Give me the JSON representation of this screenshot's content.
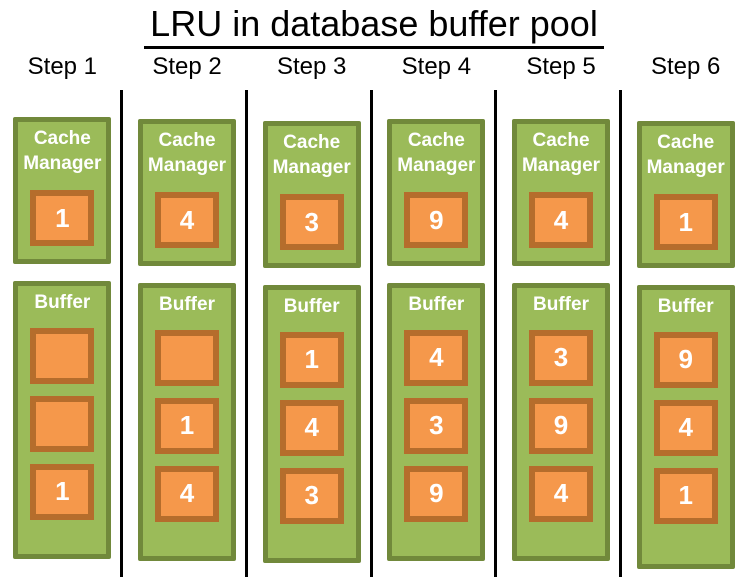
{
  "title": "LRU in database buffer pool",
  "colors": {
    "box_fill_green": "#9BBB59",
    "box_border_green": "#71893B",
    "cell_fill_orange": "#F5984B",
    "cell_border_orange": "#B56D2C",
    "label_text": "#FFFFFF",
    "divider": "#000000"
  },
  "steps": [
    {
      "label": "Step 1",
      "cache_manager_title": "Cache Manager",
      "cache_manager_value": "1",
      "buffer_title": "Buffer",
      "buffer_slots": [
        "",
        "",
        "1"
      ]
    },
    {
      "label": "Step 2",
      "cache_manager_title": "Cache Manager",
      "cache_manager_value": "4",
      "buffer_title": "Buffer",
      "buffer_slots": [
        "",
        "1",
        "4"
      ]
    },
    {
      "label": "Step 3",
      "cache_manager_title": "Cache Manager",
      "cache_manager_value": "3",
      "buffer_title": "Buffer",
      "buffer_slots": [
        "1",
        "4",
        "3"
      ]
    },
    {
      "label": "Step 4",
      "cache_manager_title": "Cache Manager",
      "cache_manager_value": "9",
      "buffer_title": "Buffer",
      "buffer_slots": [
        "4",
        "3",
        "9"
      ]
    },
    {
      "label": "Step 5",
      "cache_manager_title": "Cache Manager",
      "cache_manager_value": "4",
      "buffer_title": "Buffer",
      "buffer_slots": [
        "3",
        "9",
        "4"
      ]
    },
    {
      "label": "Step 6",
      "cache_manager_title": "Cache Manager",
      "cache_manager_value": "1",
      "buffer_title": "Buffer",
      "buffer_slots": [
        "9",
        "4",
        "1"
      ]
    }
  ]
}
